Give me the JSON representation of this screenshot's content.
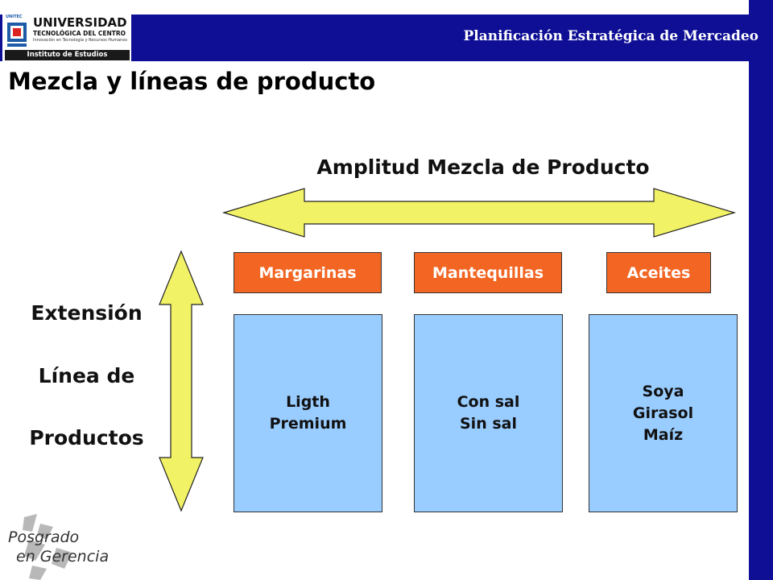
{
  "header": {
    "logo": {
      "name": "UNIVERSIDAD",
      "subtitle": "TECNOLÓGICA DEL CENTRO",
      "tagline": "Innovación en Tecnología y Recursos Humanos",
      "institute": "Instituto de Estudios Gerenciales",
      "badge": "UNITEC"
    },
    "course": "Planificación Estratégica de Mercadeo"
  },
  "slide": {
    "title": "Mezcla y líneas de producto"
  },
  "diagram": {
    "width_label": "Amplitud Mezcla de Producto",
    "length_label": [
      "Extensión",
      "Línea de",
      "Productos"
    ],
    "categories": [
      {
        "name": "Margarinas",
        "products": [
          "Ligth",
          "Premium"
        ]
      },
      {
        "name": "Mantequillas",
        "products": [
          "Con sal",
          "Sin sal"
        ]
      },
      {
        "name": "Aceites",
        "products": [
          "Soya",
          "Girasol",
          "Maíz"
        ]
      }
    ]
  },
  "footer": {
    "logo_line1": "Posgrado",
    "logo_line2": "en Gerencia"
  },
  "colors": {
    "brand_blue": "#0f0f96",
    "arrow_fill": "#f2f266",
    "category_fill": "#f26522",
    "product_fill": "#99ccff"
  }
}
